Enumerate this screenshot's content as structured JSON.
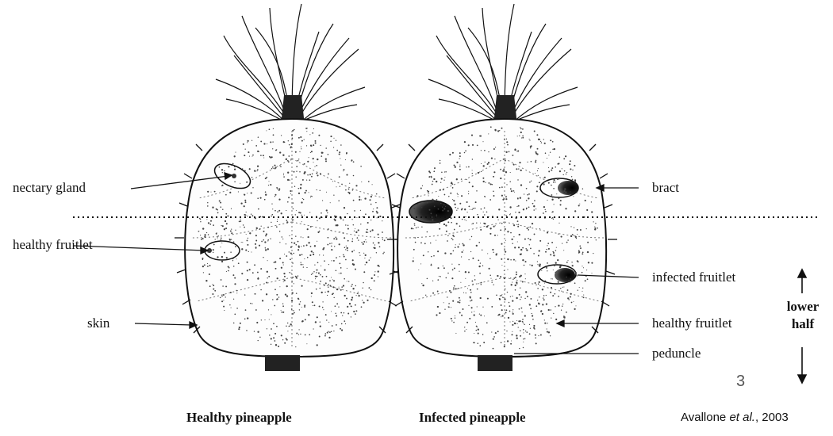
{
  "labels": {
    "nectary_gland": "nectary gland",
    "healthy_fruitlet_left": "healthy fruitlet",
    "skin": "skin",
    "bract": "bract",
    "infected_fruitlet": "infected fruitlet",
    "healthy_fruitlet_right": "healthy fruitlet",
    "peduncle": "peduncle"
  },
  "lower_half": {
    "line1": "lower",
    "line2": "half"
  },
  "captions": {
    "healthy": "Healthy pineapple",
    "infected": "Infected pineapple"
  },
  "slide_number": "3",
  "citation": {
    "author": "Avallone ",
    "etal": "et al.",
    "year": ", 2003"
  },
  "colors": {
    "ink": "#111111",
    "infected_spot": "#0a0a0a"
  }
}
